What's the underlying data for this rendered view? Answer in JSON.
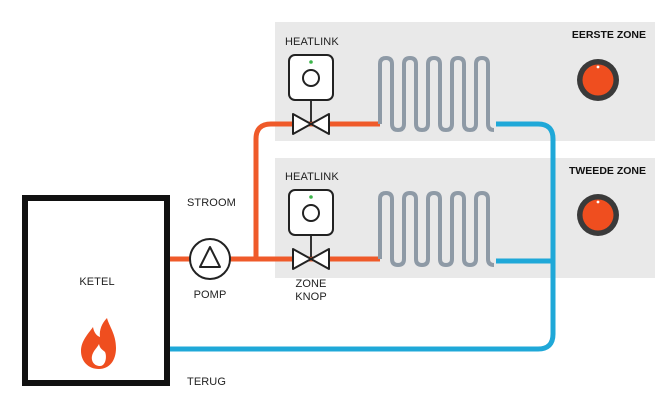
{
  "labels": {
    "heatlink_top": "HEATLINK",
    "heatlink_bottom": "HEATLINK",
    "zone1": "EERSTE ZONE",
    "zone2": "TWEEDE ZONE",
    "flow": "STROOM",
    "return": "TERUG",
    "boiler": "KETEL",
    "pump": "POMP",
    "zone_valve_line1": "ZONE",
    "zone_valve_line2": "KNOP"
  },
  "colors": {
    "supply_pipe": "#ef5a2a",
    "return_pipe": "#1fa8d8",
    "radiator": "#8e9aa6",
    "zone_panel": "#e9e9e9",
    "boiler_border": "#111111",
    "thermostat_ring": "#3a3a3a",
    "thermostat_dial": "#ef4e1f",
    "flame": "#ef4e1f",
    "status_led": "#3cb54a"
  }
}
